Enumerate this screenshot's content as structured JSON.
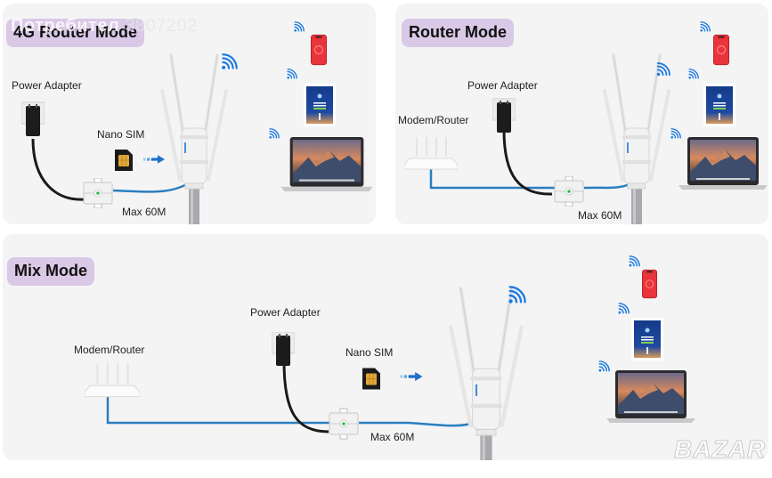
{
  "panels": [
    {
      "title": "4G Router Mode",
      "labels": {
        "power_adapter": "Power Adapter",
        "nano_sim": "Nano SIM",
        "max_distance": "Max 60M"
      },
      "devices": [
        "phone",
        "tablet",
        "laptop"
      ]
    },
    {
      "title": "Router Mode",
      "labels": {
        "power_adapter": "Power Adapter",
        "modem_router": "Modem/Router",
        "max_distance": "Max 60M"
      },
      "devices": [
        "phone",
        "tablet",
        "laptop"
      ]
    },
    {
      "title": "Mix Mode",
      "labels": {
        "modem_router": "Modem/Router",
        "power_adapter": "Power Adapter",
        "nano_sim": "Nano SIM",
        "max_distance": "Max 60M"
      },
      "devices": [
        "phone",
        "tablet",
        "laptop"
      ]
    }
  ],
  "watermarks": {
    "top_left_user": "Потребител",
    "top_left_id": "3807202",
    "bottom_right_brand": "BAZAR"
  },
  "colors": {
    "panel_bg": "#f4f4f5",
    "badge_bg": "#d9c8e6",
    "cable_blue": "#2a7fc0",
    "wifi_blue": "#1e7be0",
    "power_cable": "#1a1a1a",
    "phone_red": "#e8343a"
  }
}
